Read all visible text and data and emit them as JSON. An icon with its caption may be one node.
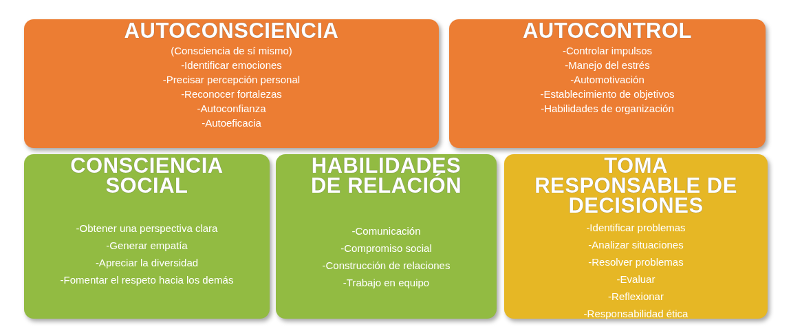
{
  "diagram": {
    "nodes": [
      {
        "text": [
          "AUTOCONSCIENCIA",
          "(Consciencia de sí mismo)",
          "-Identificar emociones",
          "-Precisar percepción personal",
          "-Reconocer fortalezas",
          "-Autoconfianza",
          "-Autoeficacia"
        ]
      },
      {
        "text": [
          "AUTOCONTROL",
          "-Controlar impulsos",
          "-Manejo del estrés",
          "-Automotivación",
          "-Establecimiento de objetivos",
          "-Habilidades de organización"
        ]
      },
      {
        "text": [
          "CONSCIENCIA SOCIAL",
          "-Obtener una perspectiva clara",
          "-Generar empatía",
          "-Apreciar la diversidad",
          "-Fomentar el respeto hacia los demás"
        ]
      },
      {
        "text": [
          "HABILIDADES DE RELACIÓN",
          "-Comunicación",
          "-Compromiso social",
          "-Construcción de relaciones",
          "-Trabajo en equipo"
        ]
      },
      {
        "text": [
          "TOMA RESPONSABLE DE DECISIONES",
          "-Identificar problemas",
          "-Analizar situaciones",
          "-Resolver problemas",
          "-Evaluar",
          "-Reflexionar",
          "-Responsabilidad ética"
        ]
      }
    ]
  }
}
